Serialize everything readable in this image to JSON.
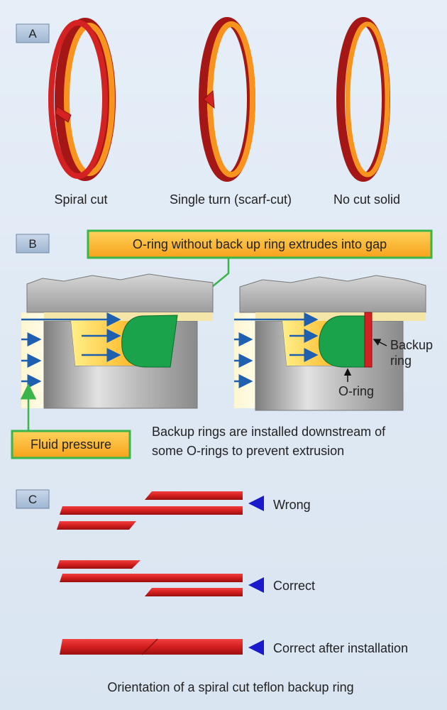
{
  "section_a": {
    "tag": "A",
    "labels": [
      "Spiral cut",
      "Single turn (scarf-cut)",
      "No cut solid"
    ]
  },
  "section_b": {
    "tag": "B",
    "callout_top": "O-ring without back up ring extrudes into gap",
    "callout_bottom": "Fluid pressure",
    "backup_label_1": "Backup",
    "backup_label_2": "ring",
    "oring_label": "O-ring",
    "caption_1": "Backup rings are installed downstream of",
    "caption_2": "some O-rings to prevent extrusion"
  },
  "section_c": {
    "tag": "C",
    "labels": [
      "Wrong",
      "Correct",
      "Correct after installation"
    ],
    "caption": "Orientation of a spiral cut teflon backup ring"
  },
  "colors": {
    "ring_red": "#cc1f1f",
    "ring_orange": "#f7941d",
    "oring_green": "#1aa34a",
    "callout_border": "#39b54a",
    "arrow_blue": "#1f5fb0",
    "marker_blue": "#1a1acc"
  }
}
